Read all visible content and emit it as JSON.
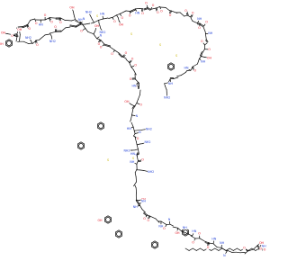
{
  "molecule": {
    "atom_symbols": [
      "N",
      "O",
      "S",
      "H",
      "HN",
      "NH",
      "OH",
      "NH2",
      "H2N"
    ],
    "colors": {
      "bond": "#000000",
      "carbon": "#000000",
      "nitrogen": "#1f3fd6",
      "oxygen": "#e0101e",
      "sulfur": "#c8b400",
      "background": "#ffffff"
    },
    "rendering": "skeletal-formula"
  }
}
